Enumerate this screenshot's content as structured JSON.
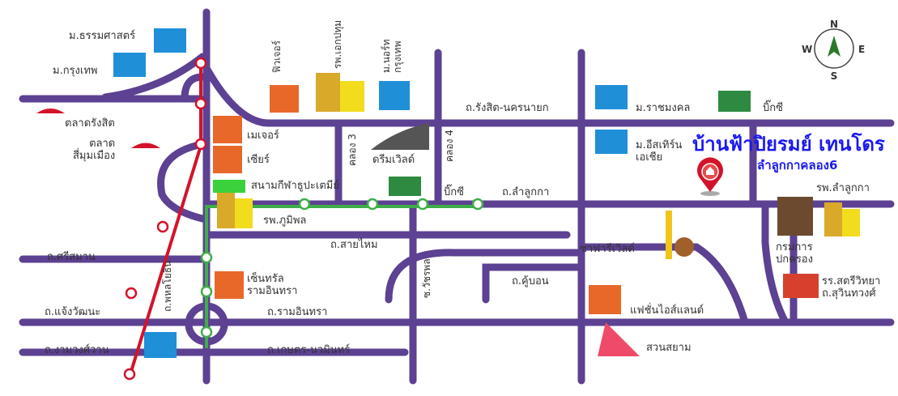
{
  "title": "บ้านฟ้าปิยรมย์ เทนโดร",
  "subtitle": "ลำลูกกาคลอง6",
  "colors": {
    "road": "#5d4192",
    "red_line": "#d3132a",
    "green_line": "#3fae49",
    "title": "#1a1aee",
    "pin": "#d3132a"
  },
  "compass": {
    "n": "N",
    "e": "E",
    "s": "S",
    "w": "W"
  },
  "roads": {
    "rangsit_nakhonnayok": "ถ.รังสิต-นครนายก",
    "lamlukka": "ถ.ลำลูกกา",
    "saimai": "ถ.สายไหม",
    "srisaman": "ถ.ศรีสมาน",
    "chaengwattana": "ถ.แจ้งวัฒนะ",
    "ngamwongwan": "ถ.งามวงศ์วาน",
    "ramintra": "ถ.รามอินทรา",
    "kaset_nawamin": "ถ.เกษตร-นวมินทร์",
    "khubon": "ถ.คู้บอน",
    "watcharapol": "ซ.วัชรพล",
    "phahonyothin": "ถ.พหลโยธิน",
    "khlong3": "คลอง 3",
    "khlong4": "คลอง 4"
  },
  "places": {
    "thammasat": "ม.ธรรมศาสตร์",
    "bangkok_u": "ม.กรุงเทพ",
    "rangsit_market": "ตลาดรังสิต",
    "simummuang_market": "ตลาด\nสี่มุมเมือง",
    "future": "ฟิวเจอร์",
    "ekpathum": "รพ.เอกปทุม",
    "north_bangkok": "ม.นอร์ท\nกรุงเทพ",
    "major": "เมเจอร์",
    "zeer": "เซียร์",
    "stadium": "สนามกีฬาธูปะเตมีย์",
    "bhumibol": "รพ.ภูมิพล",
    "central_ramintra": "เซ็นทรัล\nรามอินทรา",
    "dreamworld": "ดรีมเวิลด์",
    "bigc1": "บิ๊กซี",
    "bigc2": "บิ๊กซี",
    "rajamangala": "ม.ราชมงคล",
    "eastern_asia": "ม.อีสเทิร์น\nเอเชีย",
    "lamlukka_hospital": "รพ.ลำลูกกา",
    "safari_world": "ซาฟารีเวิลด์",
    "dopa": "กรมการ\nปกครอง",
    "satri_school": "รร.สตรีวิทยา\nถ.สุวินทวงศ์",
    "fashion_island": "แฟชั่นไอส์แลนด์",
    "siam_park": "สวนสยาม"
  }
}
